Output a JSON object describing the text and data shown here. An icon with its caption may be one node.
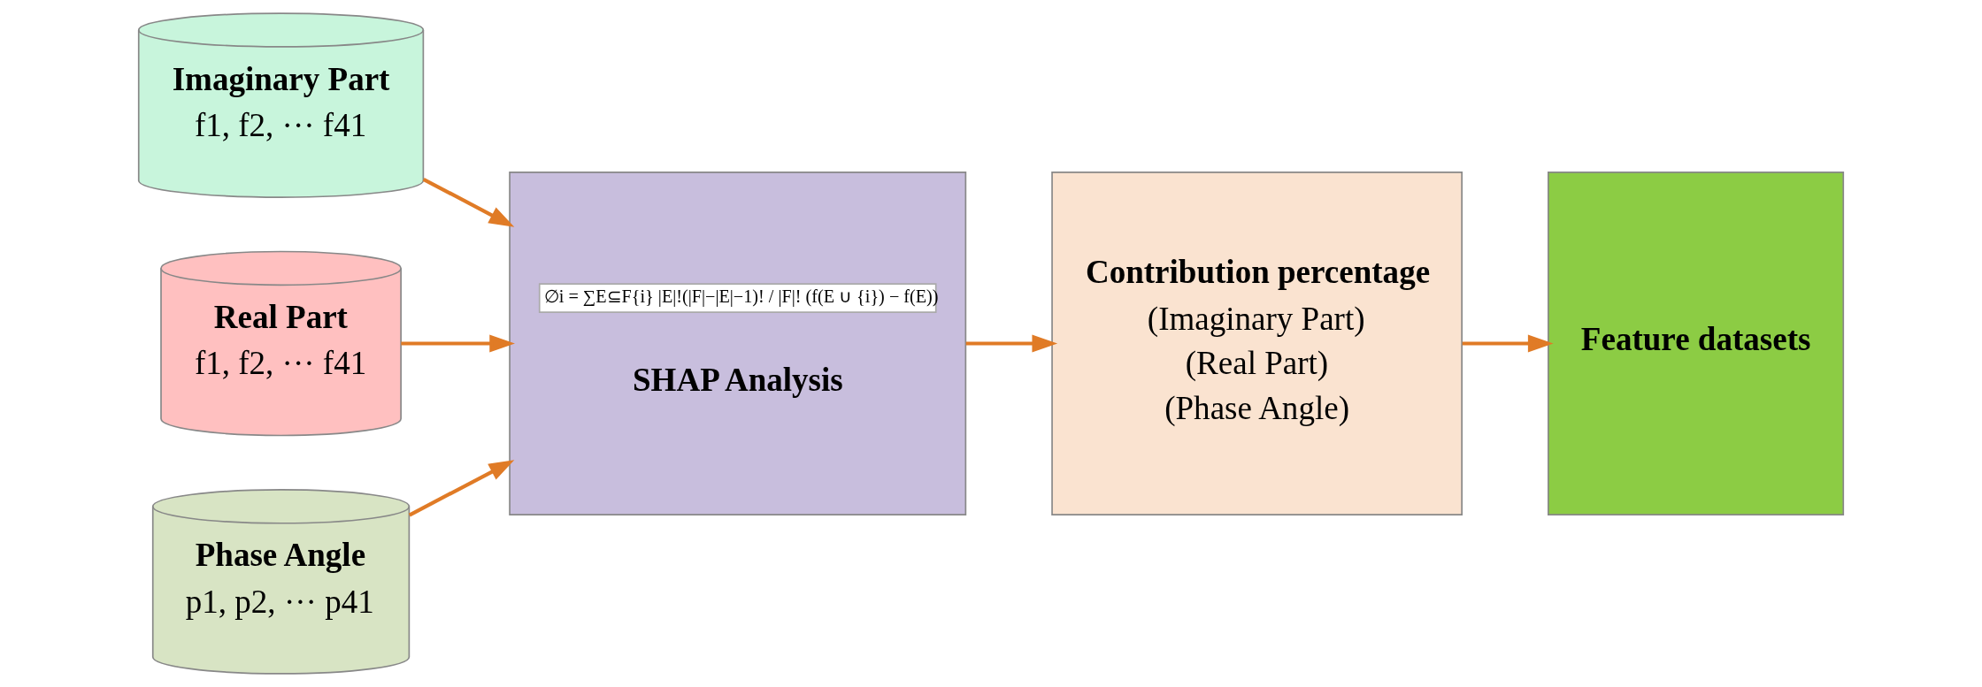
{
  "diagram": {
    "nodes": [
      {
        "text": [
          "Imaginary Part",
          "f1, f2, ··· f41"
        ]
      },
      {
        "text": [
          "Real Part",
          "f1, f2, ··· f41"
        ]
      },
      {
        "text": [
          "Phase Angle",
          "p1, p2, ··· p41"
        ]
      },
      {
        "text": [
          "∅i = ∑E⊆F{i} |E|!(|F|−|E|−1)! / |F|! (f(E ∪ {i}) − f(E))",
          "SHAP Analysis"
        ]
      },
      {
        "text": [
          "Contribution percentage",
          "(Imaginary Part)",
          "(Real Part)",
          "(Phase Angle)"
        ]
      },
      {
        "text": [
          "Feature datasets"
        ]
      }
    ],
    "edges": [
      {
        "from": 0,
        "to": 3,
        "arrow": "to"
      },
      {
        "from": 1,
        "to": 3,
        "arrow": "to"
      },
      {
        "from": 2,
        "to": 3,
        "arrow": "to"
      },
      {
        "from": 3,
        "to": 4,
        "arrow": "to"
      },
      {
        "from": 4,
        "to": 5,
        "arrow": "to"
      }
    ]
  }
}
